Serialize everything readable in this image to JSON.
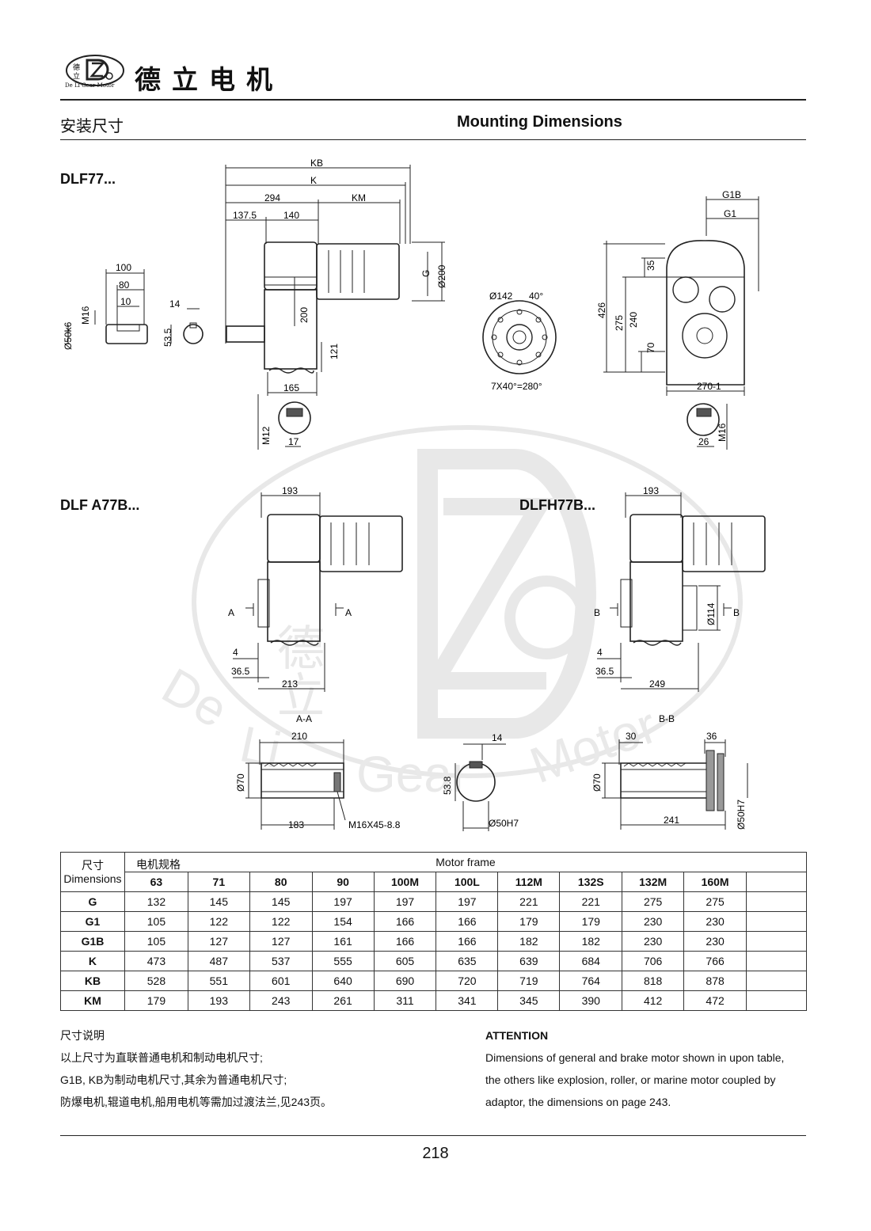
{
  "header": {
    "brand_cn": "德立电机",
    "logo_text": "De Li Gear Motor",
    "section_cn": "安装尺寸",
    "section_en": "Mounting Dimensions"
  },
  "drawings": {
    "model_f77": "DLF77...",
    "model_fa77b": "DLF A77B...",
    "model_fh77b": "DLFH77B...",
    "view1": {
      "kb": "KB",
      "k": "K",
      "d294": "294",
      "km": "KM",
      "d137": "137.5",
      "d140": "140",
      "g": "G",
      "d200v": "Ø200",
      "d200": "200",
      "d121": "121",
      "d165": "165",
      "d100": "100",
      "d80": "80",
      "d10": "10",
      "m16": "M16",
      "d50k6": "Ø50k6",
      "d14": "14",
      "d53": "53.5",
      "m12": "M12",
      "d17": "17"
    },
    "view2": {
      "d142": "Ø142",
      "a40": "40°",
      "bolt": "7X40°=280°"
    },
    "view3": {
      "g1b": "G1B",
      "g1": "G1",
      "d35": "35",
      "d426": "426",
      "d275": "275",
      "d240": "240",
      "d70": "70",
      "d270": "270-1",
      "m16": "M16",
      "d26": "26"
    },
    "view4": {
      "d193": "193",
      "a_l": "A",
      "a_r": "A",
      "d4": "4",
      "d36": "36.5",
      "d213": "213"
    },
    "view5": {
      "d193": "193",
      "b_l": "B",
      "b_r": "B",
      "d114": "Ø114",
      "d4": "4",
      "d36": "36.5",
      "d249": "249"
    },
    "view6": {
      "sec": "A-A",
      "d210": "210",
      "d70": "Ø70",
      "d183": "183",
      "thread": "M16X45-8.8"
    },
    "view7": {
      "d14": "14",
      "d53": "53.8",
      "d50h7": "Ø50H7"
    },
    "view8": {
      "sec": "B-B",
      "d30": "30",
      "d36": "36",
      "d70": "Ø70",
      "d241": "241",
      "d50h7": "Ø50H7"
    }
  },
  "table": {
    "corner_cn": "尺寸",
    "corner_en": "Dimensions",
    "group_cn": "电机规格",
    "group_en": "Motor frame",
    "sizes": [
      "63",
      "71",
      "80",
      "90",
      "100M",
      "100L",
      "112M",
      "132S",
      "132M",
      "160M"
    ],
    "rows": [
      {
        "label": "G",
        "values": [
          "132",
          "145",
          "145",
          "197",
          "197",
          "197",
          "221",
          "221",
          "275",
          "275"
        ]
      },
      {
        "label": "G1",
        "values": [
          "105",
          "122",
          "122",
          "154",
          "166",
          "166",
          "179",
          "179",
          "230",
          "230"
        ]
      },
      {
        "label": "G1B",
        "values": [
          "105",
          "127",
          "127",
          "161",
          "166",
          "166",
          "182",
          "182",
          "230",
          "230"
        ]
      },
      {
        "label": "K",
        "values": [
          "473",
          "487",
          "537",
          "555",
          "605",
          "635",
          "639",
          "684",
          "706",
          "766"
        ]
      },
      {
        "label": "KB",
        "values": [
          "528",
          "551",
          "601",
          "640",
          "690",
          "720",
          "719",
          "764",
          "818",
          "878"
        ]
      },
      {
        "label": "KM",
        "values": [
          "179",
          "193",
          "243",
          "261",
          "311",
          "341",
          "345",
          "390",
          "412",
          "472"
        ]
      }
    ]
  },
  "notes_cn": {
    "title": "尺寸说明",
    "lines": [
      "以上尺寸为直联普通电机和制动电机尺寸;",
      "G1B, KB为制动电机尺寸,其余为普通电机尺寸;",
      "防爆电机,辊道电机,船用电机等需加过渡法兰,见243页。"
    ]
  },
  "notes_en": {
    "title": "ATTENTION",
    "lines": [
      "Dimensions of general and brake motor shown in upon table,",
      "the others like explosion, roller, or marine motor coupled by",
      "adaptor, the dimensions on page 243."
    ]
  },
  "page_number": "218"
}
